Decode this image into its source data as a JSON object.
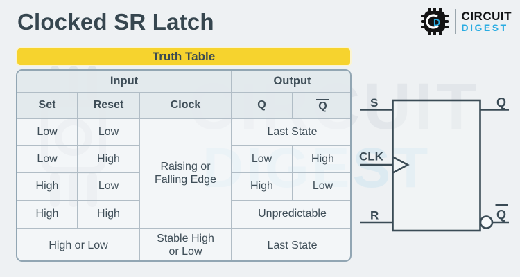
{
  "header": {
    "title": "Clocked SR Latch"
  },
  "logo": {
    "brand_line1": "CIRCUIT",
    "brand_line2": "DIGEST",
    "icon_letter": "D",
    "brand_blue": "#29ace2",
    "brand_black": "#101214"
  },
  "banner": {
    "label": "Truth Table",
    "bg_color": "#f6d32e"
  },
  "truth_table": {
    "col_groups": {
      "input": "Input",
      "output": "Output"
    },
    "columns": {
      "set": "Set",
      "reset": "Reset",
      "clock": "Clock",
      "q": "Q",
      "q_bar": "Q"
    },
    "rows": [
      {
        "set": "Low",
        "reset": "Low",
        "clock": "Raising or Falling Edge",
        "output": "Last State"
      },
      {
        "set": "Low",
        "reset": "High",
        "q": "Low",
        "q_bar": "High"
      },
      {
        "set": "High",
        "reset": "Low",
        "q": "High",
        "q_bar": "Low"
      },
      {
        "set": "High",
        "reset": "High",
        "output": "Unpredictable"
      },
      {
        "set_reset": "High or Low",
        "clock": "Stable High or Low",
        "output": "Last State"
      }
    ]
  },
  "circuit": {
    "labels": {
      "s": "S",
      "clk": "CLK",
      "r": "R",
      "q": "Q",
      "q_bar": "Q"
    }
  },
  "watermark": {
    "line1": "CIRCUIT",
    "line2": "DIGEST"
  },
  "colors": {
    "ink": "#36464f",
    "accent_yellow": "#f6d32e",
    "logo_blue": "#29ace2",
    "table_border": "#92a6b3"
  }
}
